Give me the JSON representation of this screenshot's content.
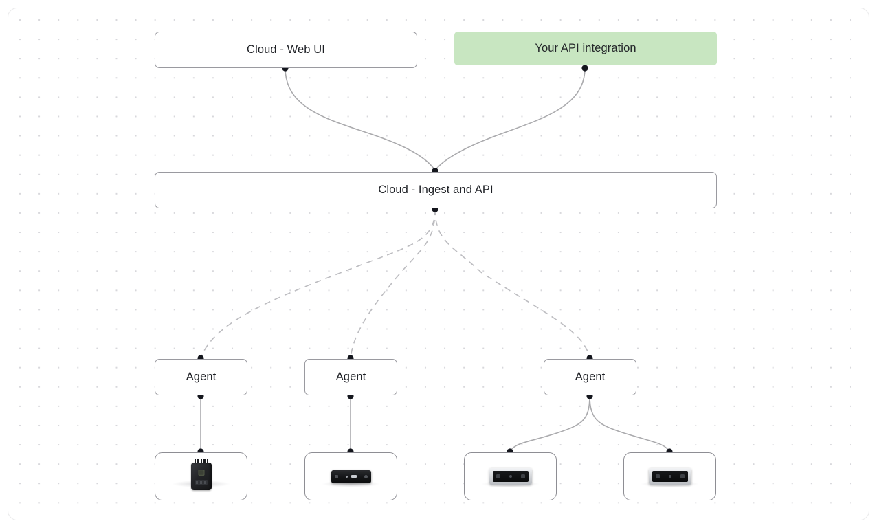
{
  "diagram": {
    "type": "architecture-flow",
    "canvas": {
      "background": "#ffffff",
      "grid": "dot-grid",
      "border_color": "#e9e9ea"
    },
    "colors": {
      "node_border": "#9a9aa0",
      "node_fill": "#ffffff",
      "highlight_fill": "#c8e6c1",
      "edge_solid": "#aaaaad",
      "edge_dashed": "#bcbcc0",
      "port_dot": "#14161d",
      "text": "#1e2025"
    },
    "nodes": [
      {
        "id": "web-ui",
        "label": "Cloud - Web UI",
        "style": "plain"
      },
      {
        "id": "api",
        "label": "Your API integration",
        "style": "green"
      },
      {
        "id": "ingest",
        "label": "Cloud - Ingest and API",
        "style": "plain"
      },
      {
        "id": "agent-1",
        "label": "Agent",
        "style": "plain"
      },
      {
        "id": "agent-2",
        "label": "Agent",
        "style": "plain"
      },
      {
        "id": "agent-3",
        "label": "Agent",
        "style": "plain"
      },
      {
        "id": "device-1",
        "label": "",
        "style": "device",
        "device": "sensor-module-icon"
      },
      {
        "id": "device-2",
        "label": "",
        "style": "device",
        "device": "bar-camera-icon"
      },
      {
        "id": "device-3",
        "label": "",
        "style": "device",
        "device": "depth-camera-icon"
      },
      {
        "id": "device-4",
        "label": "",
        "style": "device",
        "device": "depth-camera-icon"
      }
    ],
    "edges": [
      {
        "from": "web-ui",
        "to": "ingest",
        "style": "solid"
      },
      {
        "from": "api",
        "to": "ingest",
        "style": "solid"
      },
      {
        "from": "ingest",
        "to": "agent-1",
        "style": "dashed"
      },
      {
        "from": "ingest",
        "to": "agent-2",
        "style": "dashed"
      },
      {
        "from": "ingest",
        "to": "agent-3",
        "style": "dashed"
      },
      {
        "from": "agent-1",
        "to": "device-1",
        "style": "solid"
      },
      {
        "from": "agent-2",
        "to": "device-2",
        "style": "solid"
      },
      {
        "from": "agent-3",
        "to": "device-3",
        "style": "solid"
      },
      {
        "from": "agent-3",
        "to": "device-4",
        "style": "solid"
      }
    ]
  }
}
